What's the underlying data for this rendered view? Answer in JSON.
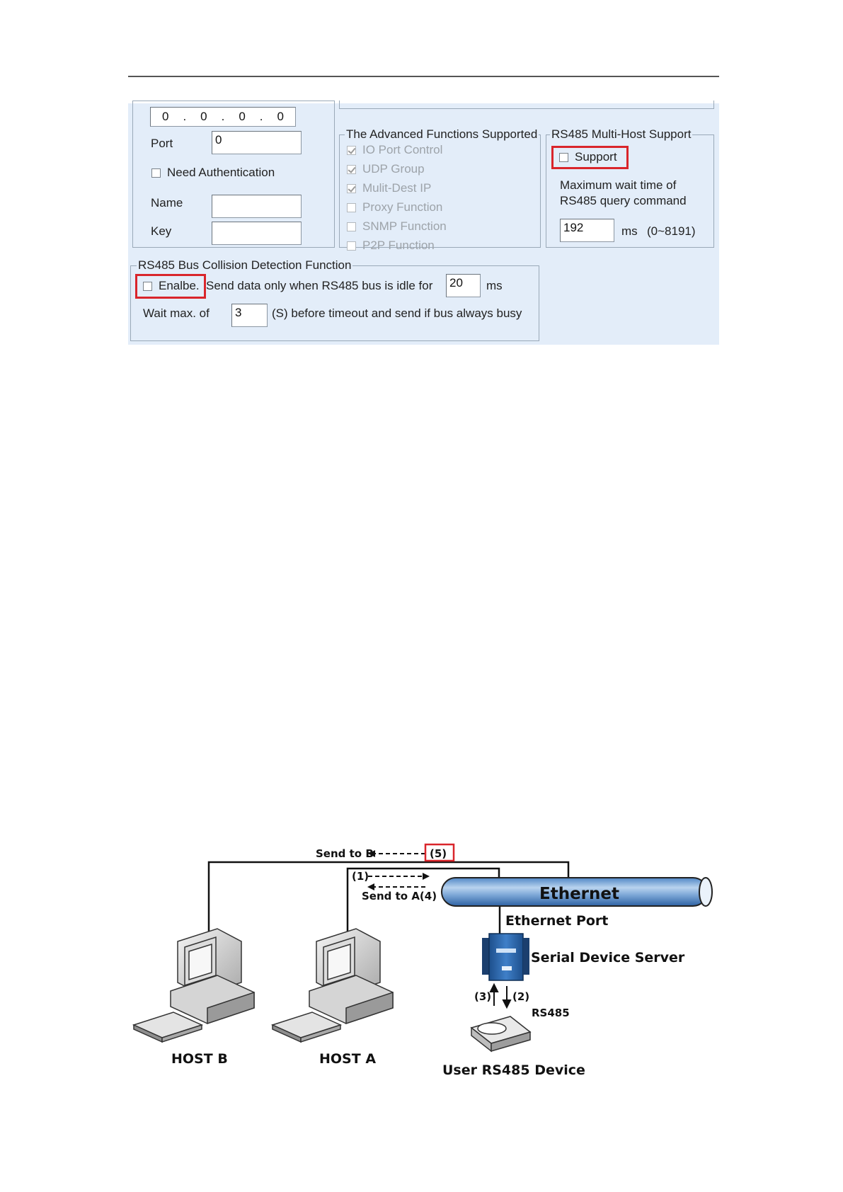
{
  "panel": {
    "ip_octets": [
      "0",
      "0",
      "0",
      "0"
    ],
    "port_label": "Port",
    "port_value": "0",
    "need_auth_label": "Need Authentication",
    "name_label": "Name",
    "key_label": "Key",
    "name_value": "",
    "key_value": "",
    "advanced": {
      "title": "The Advanced Functions Supported",
      "items": [
        {
          "label": "IO Port Control",
          "checked": true
        },
        {
          "label": "UDP Group",
          "checked": true
        },
        {
          "label": "Mulit-Dest IP",
          "checked": true
        },
        {
          "label": "Proxy Function",
          "checked": false
        },
        {
          "label": "SNMP Function",
          "checked": false
        },
        {
          "label": "P2P Function",
          "checked": false
        }
      ]
    },
    "multihost": {
      "title": "RS485 Multi-Host Support",
      "support_label": "Support",
      "wait_line1": "Maximum wait time of",
      "wait_line2": "RS485  query command",
      "wait_value": "192",
      "wait_unit": "ms",
      "wait_range": "(0~8191)"
    },
    "collision": {
      "title": "RS485 Bus Collision Detection Function",
      "enable_label": "Enalbe.",
      "send_text": "Send data only when RS485 bus is idle for",
      "idle_value": "20",
      "idle_unit": "ms",
      "wait_label": "Wait max. of",
      "timeout_value": "3",
      "timeout_text": "(S) before timeout and send if bus always busy"
    }
  },
  "diagram": {
    "send_to_b": "Send to B",
    "step5": "(5)",
    "step1": "(1)",
    "send_to_a": "Send to A(4)",
    "ethernet": "Ethernet",
    "ethernet_port": "Ethernet Port",
    "serial_server": "Serial Device Server",
    "step3": "(3)",
    "step2": "(2)",
    "rs485": "RS485",
    "host_b": "HOST B",
    "host_a": "HOST A",
    "user_device": "User RS485 Device"
  }
}
